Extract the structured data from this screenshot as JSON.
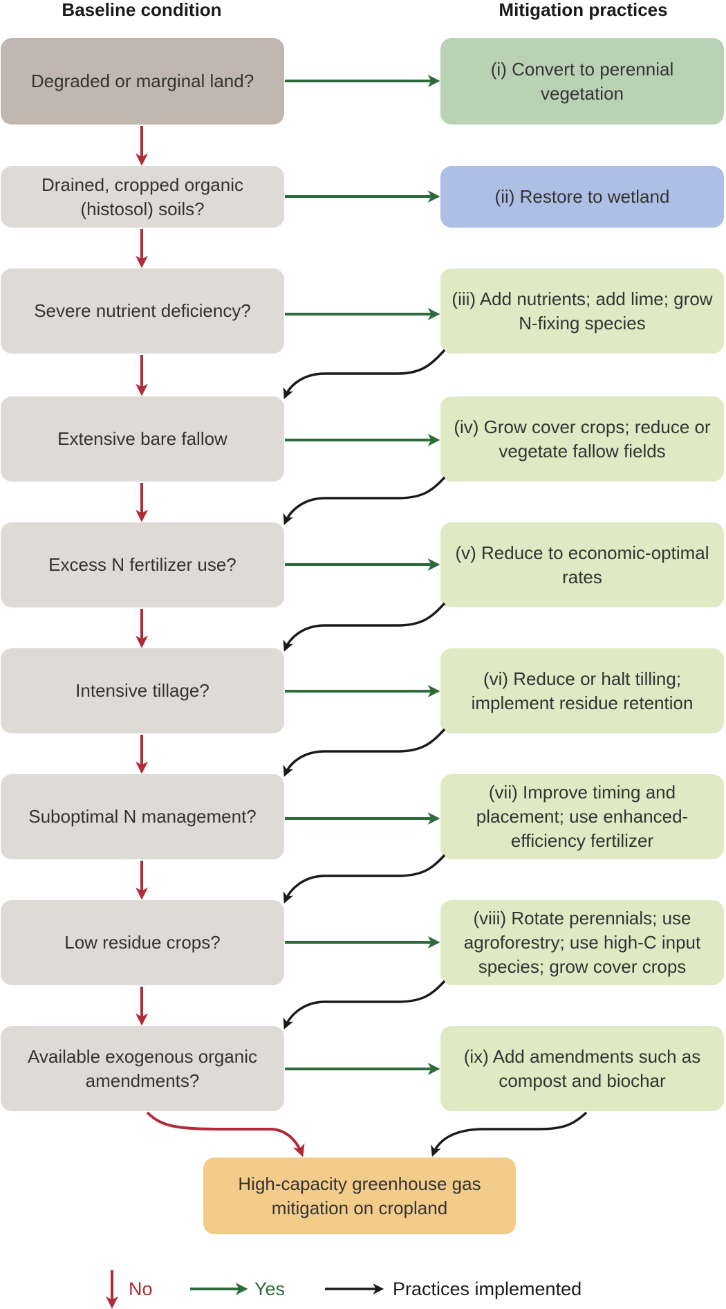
{
  "headers": {
    "baseline": "Baseline condition",
    "mitigation": "Mitigation practices"
  },
  "baseline_conditions": [
    {
      "label": "Degraded or marginal land?"
    },
    {
      "label": "Drained, cropped organic (histosol) soils?"
    },
    {
      "label": "Severe nutrient deficiency?"
    },
    {
      "label": "Extensive bare fallow"
    },
    {
      "label": "Excess N fertilizer use?"
    },
    {
      "label": "Intensive tillage?"
    },
    {
      "label": "Suboptimal N management?"
    },
    {
      "label": "Low residue crops?"
    },
    {
      "label": "Available exogenous organic amendments?"
    }
  ],
  "mitigation_practices": [
    {
      "label": "(i) Convert to perennial vegetation"
    },
    {
      "label": "(ii) Restore to wetland"
    },
    {
      "label": "(iii) Add nutrients; add lime; grow N-fixing species"
    },
    {
      "label": "(iv) Grow cover crops; reduce or vegetate fallow fields"
    },
    {
      "label": "(v) Reduce to economic-optimal rates"
    },
    {
      "label": "(vi) Reduce or halt tilling; implement residue retention"
    },
    {
      "label": "(vii) Improve timing and placement; use enhanced-efficiency fertilizer"
    },
    {
      "label": "(viii) Rotate perennials; use agroforestry; use high-C input species; grow cover crops"
    },
    {
      "label": "(ix) Add amendments such as compost and biochar"
    }
  ],
  "outcome": {
    "label": "High-capacity greenhouse gas mitigation on cropland"
  },
  "legend": {
    "no": "No",
    "yes": "Yes",
    "implemented": "Practices implemented"
  },
  "colors": {
    "no_arrow": "#b02a37",
    "yes_arrow": "#2e6b3c",
    "implemented_arrow": "#1a1a1a",
    "baseline_box": "#dedad6",
    "baseline_box_first": "#c0b8b0",
    "mitigation_green": "#b9d2b4",
    "mitigation_blue": "#adbfe4",
    "mitigation_light": "#dfe9c4",
    "outcome_box": "#f3cc89"
  }
}
